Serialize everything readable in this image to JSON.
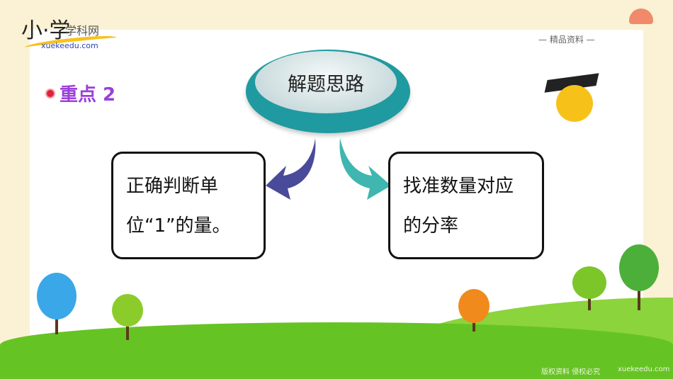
{
  "logo": {
    "brand_big": "小·学",
    "brand_small": "学科网",
    "url": "xuekeedu.com"
  },
  "header_tag": "— 精品资料 —",
  "key_point": {
    "label": "重点 2"
  },
  "center_oval": {
    "label": "解题思路"
  },
  "left_box": {
    "text": "正确判断单位“1”的量。"
  },
  "right_box": {
    "text": "找准数量对应的分率"
  },
  "footer": {
    "copyright": "版权资料  侵权必究",
    "site": "xuekeedu.com"
  },
  "colors": {
    "teal": "#1f9aa0",
    "purple": "#9b3fd9",
    "green": "#66c324",
    "red": "#e0203a"
  }
}
